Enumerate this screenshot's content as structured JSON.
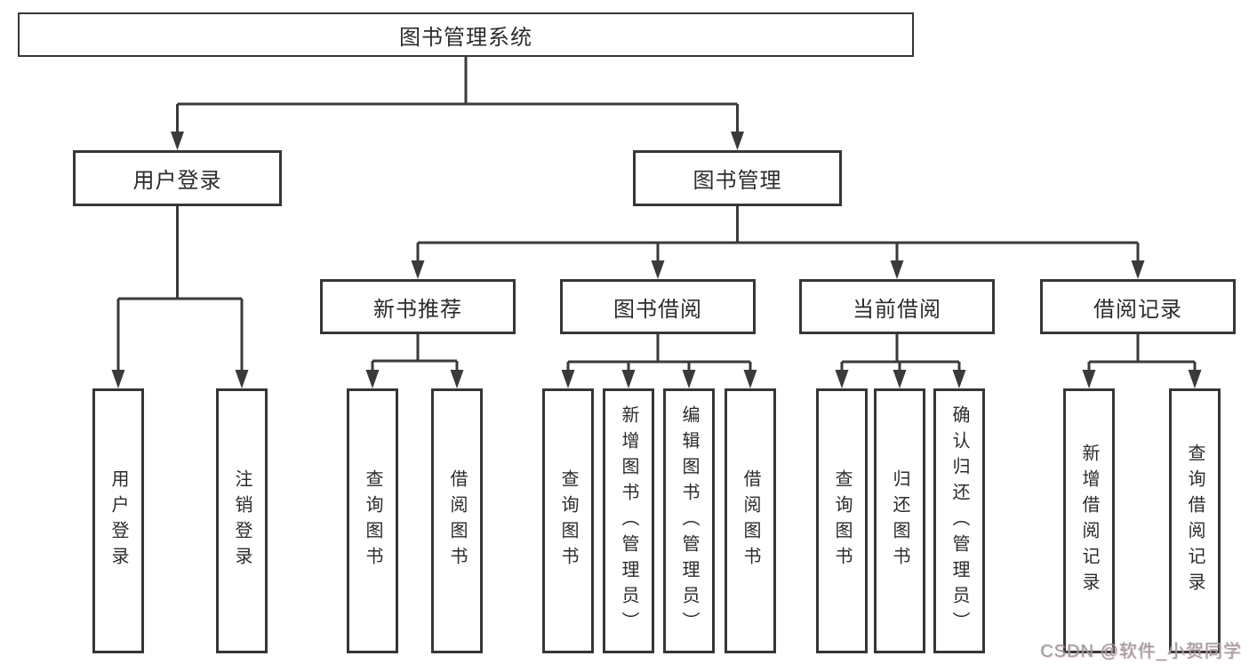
{
  "tree": {
    "root": {
      "label": "图书管理系统"
    },
    "branches": [
      {
        "label": "用户登录",
        "leaves": [
          "用户登录",
          "注销登录"
        ]
      },
      {
        "label": "图书管理",
        "groups": [
          {
            "label": "新书推荐",
            "leaves": [
              "查询图书",
              "借阅图书"
            ]
          },
          {
            "label": "图书借阅",
            "leaves": [
              "查询图书",
              "新增图书（管理员）",
              "编辑图书（管理员）",
              "借阅图书"
            ]
          },
          {
            "label": "当前借阅",
            "leaves": [
              "查询图书",
              "归还图书",
              "确认归还（管理员）"
            ]
          },
          {
            "label": "借阅记录",
            "leaves": [
              "新增借阅记录",
              "查询借阅记录"
            ]
          }
        ]
      }
    ]
  },
  "watermark": {
    "text": "CSDN @软件_小贺同学"
  },
  "colors": {
    "line": "#3a3a3a",
    "box_border": "#363636",
    "text": "#2b2b2b",
    "background": "#ffffff",
    "watermark": "#9c9c9c"
  }
}
